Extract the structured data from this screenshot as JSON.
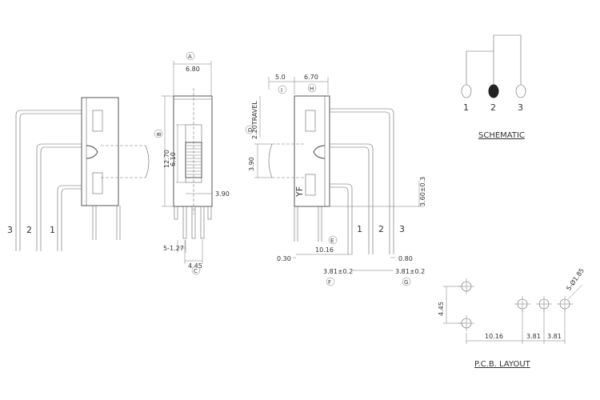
{
  "side_view": {
    "pins": [
      "3",
      "2",
      "1"
    ]
  },
  "front_view": {
    "label_A": "A",
    "dim_width": "6.80",
    "label_B": "B",
    "dim_height": "12.70",
    "dim_slot": "6.10",
    "dim_offset": "3.90",
    "dim_pitch": "5-1.27",
    "dim_span": "4.45",
    "label_C": "C"
  },
  "section_view": {
    "dim_5": "5.0",
    "label_I": "I",
    "dim_670": "6.70",
    "label_H": "H",
    "dim_travel": "2.20TRAVEL",
    "label_D": "D",
    "dim_390": "3.90",
    "brand": "YF",
    "dim_360": "3.60±0.3",
    "pins": [
      "1",
      "2",
      "3"
    ],
    "label_E": "E",
    "dim_1016": "10.16",
    "dim_030": "0.30",
    "dim_080": "0.80",
    "dim_381_f": "3.81±0.2",
    "label_F": "F",
    "dim_381_g": "3.81±0.2",
    "label_G": "G"
  },
  "schematic": {
    "pins": [
      "1",
      "2",
      "3"
    ],
    "title": "SCHEMATIC"
  },
  "pcb": {
    "dim_445": "4.45",
    "dim_hole": "5-Ø1.85",
    "dim_1016": "10.16",
    "dim_381a": "3.81",
    "dim_381b": "3.81",
    "title": "P.C.B. LAYOUT"
  }
}
